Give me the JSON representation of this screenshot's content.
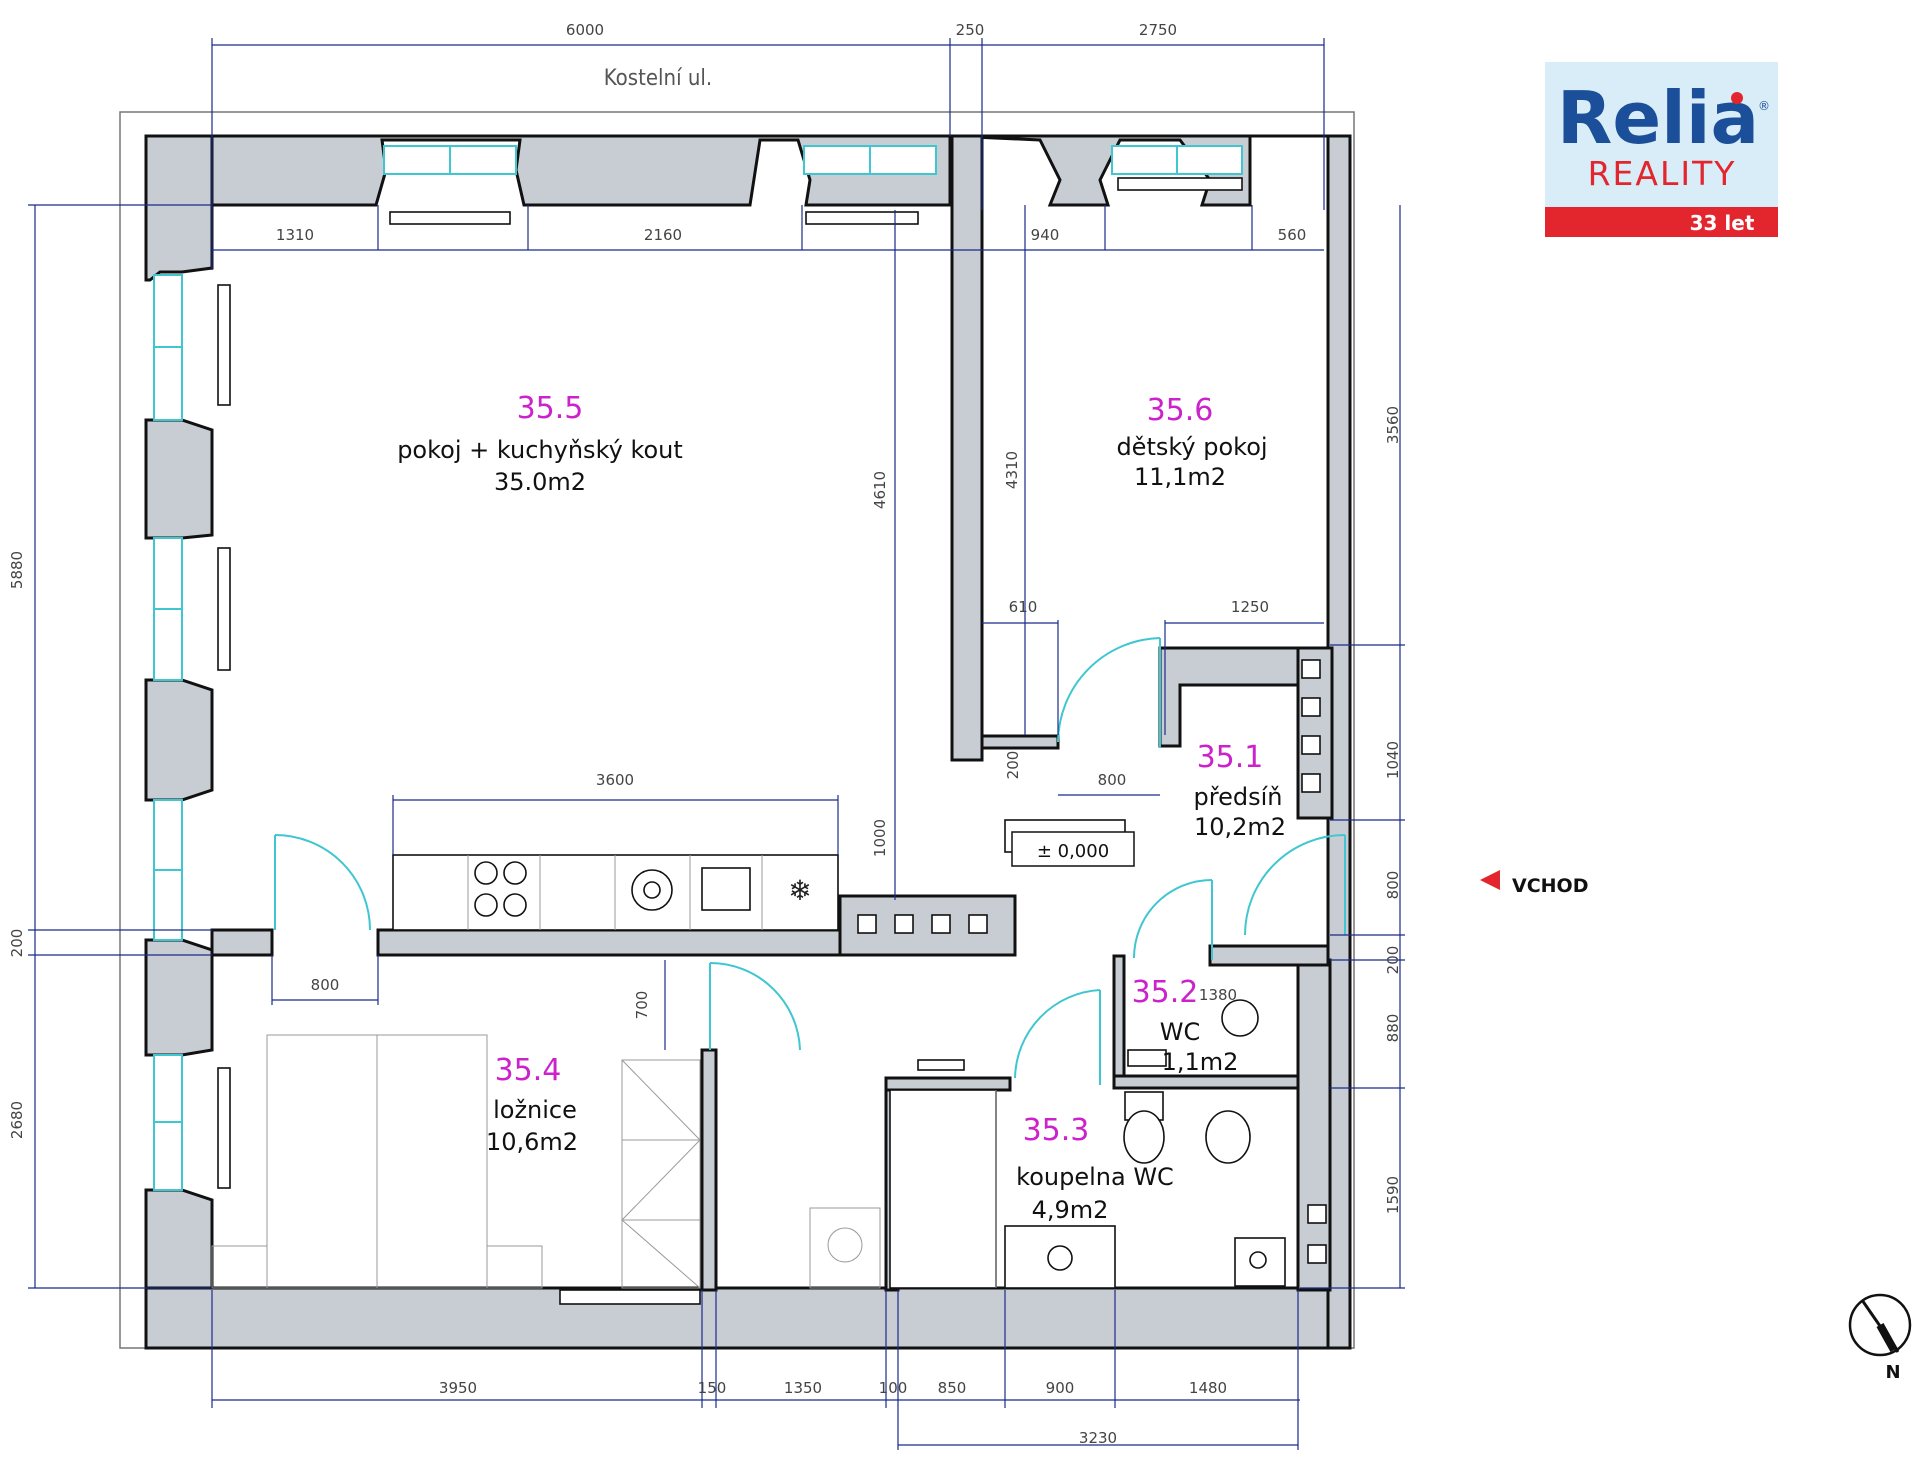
{
  "street": "Kostelní ul.",
  "rooms": [
    {
      "id": "35.5",
      "name": "pokoj + kuchyňský kout",
      "area": "35.0m2"
    },
    {
      "id": "35.6",
      "name": "dětský pokoj",
      "area": "11,1m2"
    },
    {
      "id": "35.1",
      "name": "předsíň",
      "area": "10,2m2"
    },
    {
      "id": "35.4",
      "name": "ložnice",
      "area": "10,6m2"
    },
    {
      "id": "35.2",
      "name": "WC",
      "area": "1,1m2"
    },
    {
      "id": "35.3",
      "name": "koupelna WC",
      "area": "4,9m2"
    }
  ],
  "level": "± 0,000",
  "entrance": "VCHOD",
  "north": "N",
  "logo": {
    "brand": "Relia",
    "sub": "REALITY",
    "years": "33 let",
    "red": "#e3262d",
    "blue": "#1c4f9a",
    "bg": "#d9edf8"
  },
  "colors": {
    "wall": "#c8cdd4",
    "dimension": "#1a2a8a",
    "door": "#3fc6d0",
    "room_id": "#cc22cc"
  },
  "dimensions": {
    "top": [
      "6000",
      "250",
      "2750"
    ],
    "inner_top": [
      "1310",
      "2160",
      "940",
      "560"
    ],
    "left": [
      "5880",
      "200",
      "2680"
    ],
    "right": [
      "3560",
      "1040",
      "800",
      "200",
      "880",
      "1590"
    ],
    "bottom": [
      "3950",
      "150",
      "1350",
      "100",
      "850",
      "900",
      "1480"
    ],
    "bottom_total": "3230",
    "inner": [
      "4610",
      "4310",
      "610",
      "1250",
      "200",
      "800",
      "3600",
      "1000",
      "800",
      "700",
      "1380"
    ]
  }
}
